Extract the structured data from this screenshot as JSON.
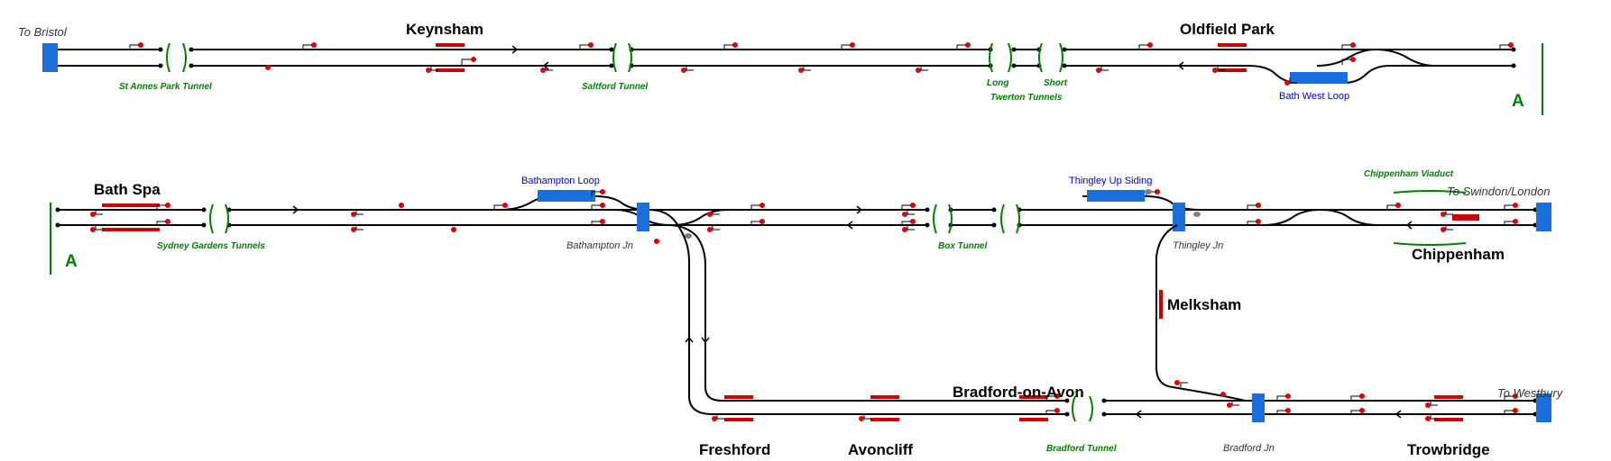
{
  "colors": {
    "track": "#000000",
    "signal": "#e00000",
    "platform": "#cc0000",
    "block": "#1a6fdc",
    "tunnel": "#008000",
    "station_text": "#000000",
    "loop_text": "#0000cc",
    "destination_text": "#333333"
  },
  "stations": {
    "keynsham": "Keynsham",
    "oldfield_park": "Oldfield Park",
    "bath_spa": "Bath Spa",
    "chippenham": "Chippenham",
    "melksham": "Melksham",
    "bradford_on_avon": "Bradford-on-Avon",
    "freshford": "Freshford",
    "avoncliff": "Avoncliff",
    "trowbridge": "Trowbridge"
  },
  "destinations": {
    "bristol": "To Bristol",
    "swindon_london": "To Swindon/London",
    "westbury": "To Westbury"
  },
  "tunnels": {
    "st_annes": "St Annes Park Tunnel",
    "saltford": "Saltford Tunnel",
    "long": "Long",
    "short": "Short",
    "twerton": "Twerton Tunnels",
    "sydney_gardens": "Sydney Gardens Tunnels",
    "box": "Box Tunnel",
    "chippenham_viaduct": "Chippenham Viaduct",
    "bradford": "Bradford Tunnel"
  },
  "loops": {
    "bath_west": "Bath West Loop",
    "bathampton": "Bathampton Loop",
    "thingley_up": "Thingley Up Siding"
  },
  "junctions": {
    "bathampton": "Bathampton Jn",
    "thingley": "Thingley Jn",
    "bradford": "Bradford Jn"
  },
  "continuation_marker": "A"
}
